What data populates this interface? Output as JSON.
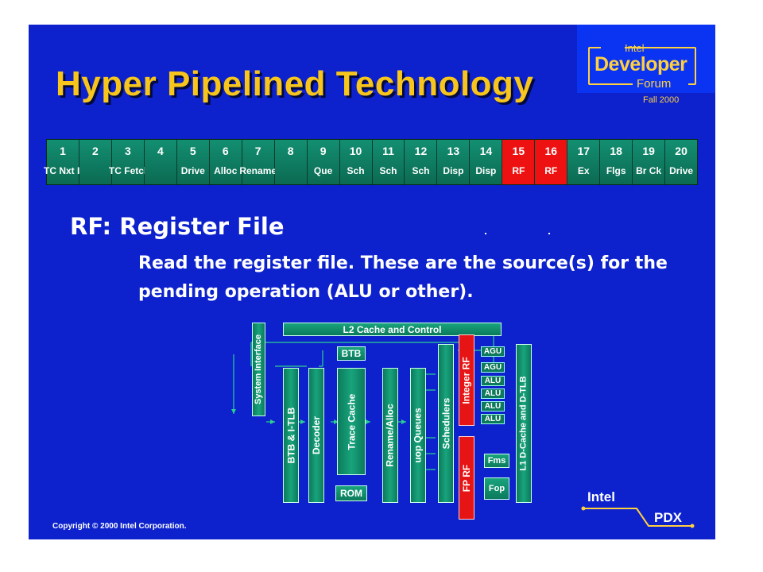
{
  "slide": {
    "title": "Hyper Pipelined Technology",
    "copyright": "Copyright © 2000 Intel Corporation."
  },
  "logo": {
    "intel": "Intel",
    "developer": "Developer",
    "forum": "Forum",
    "season": "Fall 2000"
  },
  "pipeline": {
    "stages": [
      {
        "num": "1",
        "label": "TC Nxt IP"
      },
      {
        "num": "2",
        "label": ""
      },
      {
        "num": "3",
        "label": "TC Fetch"
      },
      {
        "num": "4",
        "label": ""
      },
      {
        "num": "5",
        "label": "Drive"
      },
      {
        "num": "6",
        "label": "Alloc"
      },
      {
        "num": "7",
        "label": "Rename"
      },
      {
        "num": "8",
        "label": ""
      },
      {
        "num": "9",
        "label": "Que"
      },
      {
        "num": "10",
        "label": "Sch"
      },
      {
        "num": "11",
        "label": "Sch"
      },
      {
        "num": "12",
        "label": "Sch"
      },
      {
        "num": "13",
        "label": "Disp"
      },
      {
        "num": "14",
        "label": "Disp"
      },
      {
        "num": "15",
        "label": "RF"
      },
      {
        "num": "16",
        "label": "RF"
      },
      {
        "num": "17",
        "label": "Ex"
      },
      {
        "num": "18",
        "label": "Flgs"
      },
      {
        "num": "19",
        "label": "Br Ck"
      },
      {
        "num": "20",
        "label": "Drive"
      }
    ],
    "highlight_color": "#ee1111"
  },
  "content": {
    "heading": "RF: Register File",
    "body": "Read the register file.  These are the source(s) for the pending operation (ALU or other)."
  },
  "diagram": {
    "l2": "L2 Cache and Control",
    "system_interface": "System Interface",
    "btb": "BTB",
    "btb_itlb": "BTB & I-TLB",
    "decoder": "Decoder",
    "trace_cache": "Trace Cache",
    "rom": "ROM",
    "rename_alloc": "Rename/Alloc",
    "uop_queues": "uop Queues",
    "schedulers": "Schedulers",
    "integer_rf": "Integer RF",
    "fp_rf": "FP RF",
    "units": [
      "AGU",
      "AGU",
      "ALU",
      "ALU",
      "ALU",
      "ALU"
    ],
    "fms": "Fms",
    "fop": "Fop",
    "l1": "L1 D-Cache and D-TLB"
  },
  "footer_logo": {
    "intel": "Intel",
    "pdx": "PDX"
  }
}
